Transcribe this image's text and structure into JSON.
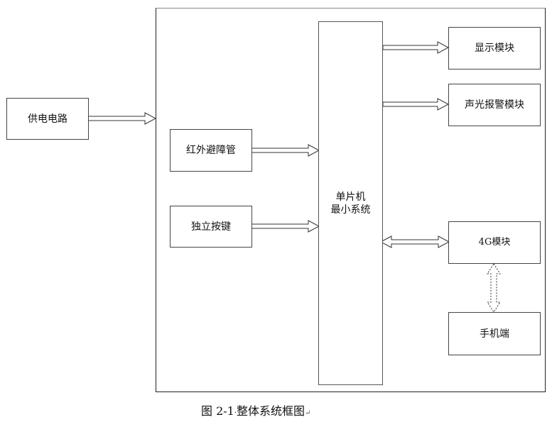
{
  "diagram": {
    "title": "整体系统框图",
    "nodes": {
      "power": "供电电路",
      "ir": "红外避障管",
      "key": "独立按键",
      "mcu_line1": "单片机",
      "mcu_line2": "最小系统",
      "display": "显示模块",
      "alarm": "声光报警模块",
      "gsm": "4G模块",
      "phone": "手机端"
    },
    "edges": [
      {
        "from": "供电电路",
        "to": "单片机最小系统",
        "type": "one-way"
      },
      {
        "from": "红外避障管",
        "to": "单片机最小系统",
        "type": "one-way"
      },
      {
        "from": "独立按键",
        "to": "单片机最小系统",
        "type": "one-way"
      },
      {
        "from": "单片机最小系统",
        "to": "显示模块",
        "type": "one-way"
      },
      {
        "from": "单片机最小系统",
        "to": "声光报警模块",
        "type": "one-way"
      },
      {
        "from": "单片机最小系统",
        "to": "4G模块",
        "type": "two-way"
      },
      {
        "from": "4G模块",
        "to": "手机端",
        "type": "two-way-dashed"
      }
    ]
  },
  "caption": {
    "label": "图 2-1",
    "sep": "·",
    "text": "整体系统框图",
    "paragraph_mark": "↵"
  }
}
